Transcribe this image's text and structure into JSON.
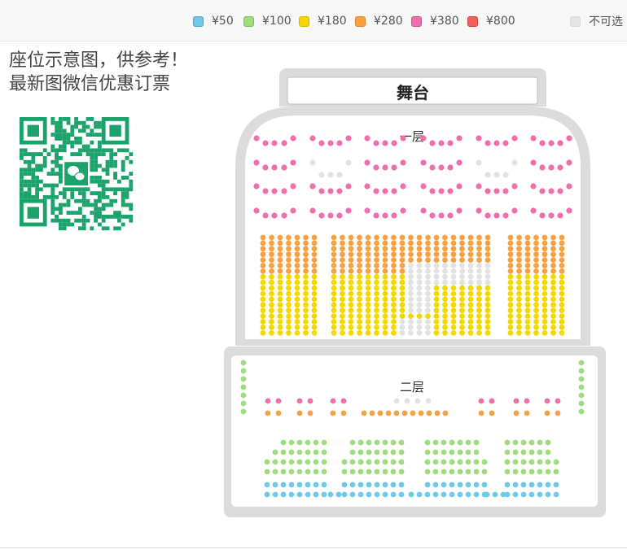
{
  "legend": {
    "items": [
      {
        "label": "¥50",
        "color": "#6ec9ea",
        "border": "#49a8cf"
      },
      {
        "label": "¥100",
        "color": "#9fdc7e",
        "border": "#78bf55"
      },
      {
        "label": "¥180",
        "color": "#f5d800",
        "border": "#d4b800"
      },
      {
        "label": "¥280",
        "color": "#f6a244",
        "border": "#de8625"
      },
      {
        "label": "¥380",
        "color": "#f06eac",
        "border": "#d9508f"
      },
      {
        "label": "¥800",
        "color": "#f0605d",
        "border": "#d64341"
      }
    ],
    "unavailable": {
      "label": "不可选",
      "color": "#e5e5e5",
      "border": "#dadada"
    }
  },
  "note": {
    "line1": "座位示意图，供参考！",
    "line2": "最新图微信优惠订票"
  },
  "hall": {
    "stage_label": "舞台",
    "floor1_label": "一层",
    "floor2_label": "二层"
  },
  "colors": {
    "hall_wall": "#dcdcdc",
    "unavailable": "#e2e2e2",
    "qr": "#1aa36a"
  }
}
